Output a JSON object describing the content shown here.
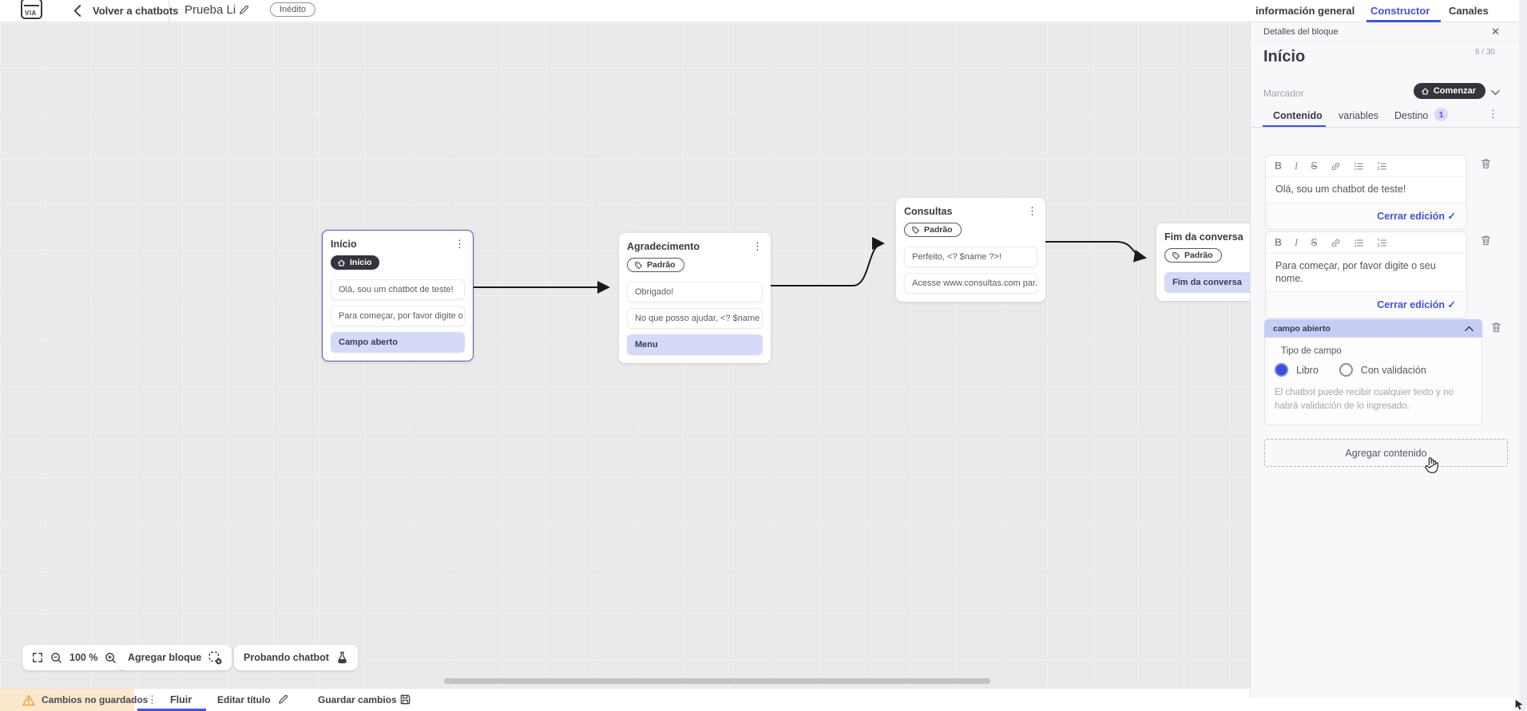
{
  "header": {
    "logo": "VIA",
    "back": "Volver a chatbots",
    "title": "Prueba Li",
    "status": "Inédito",
    "tabs": {
      "info": "información general",
      "constructor": "Constructor",
      "canales": "Canales"
    }
  },
  "canvas": {
    "zoom": "100 %",
    "add_block": "Agregar bloque",
    "testing": "Probando chatbot",
    "blocks": [
      {
        "title": "Início",
        "badge": "Início",
        "items": [
          {
            "text": "Olá, sou um chatbot de teste!"
          },
          {
            "text": "Para começar, por favor digite o ..."
          },
          {
            "text": "Campo aberto"
          }
        ]
      },
      {
        "title": "Agradecimento",
        "badge": "Padrão",
        "items": [
          {
            "text": "Obrigado!"
          },
          {
            "text": "No que posso ajudar, <? $name ..."
          },
          {
            "text": "Menu"
          }
        ]
      },
      {
        "title": "Consultas",
        "badge": "Padrão",
        "items": [
          {
            "text": "Perfeito, <? $name ?>!"
          },
          {
            "text": "Acesse www.consultas.com par..."
          }
        ]
      },
      {
        "title": "Fim da conversa",
        "badge": "Padrão",
        "items": [
          {
            "text": "Fim da conversa"
          }
        ]
      }
    ]
  },
  "panel": {
    "header": "Detalles del bloque",
    "block_name": "Início",
    "counter": "6 / 30",
    "marker_label": "Marcador",
    "marker_value": "Comenzar",
    "tabs": {
      "contenido": "Contenido",
      "variables": "variables",
      "destino": "Destino",
      "destino_badge": "1"
    },
    "toolbar": {
      "bold": "B",
      "italic": "I",
      "strike": "S"
    },
    "editors": [
      {
        "text": "Olá, sou um chatbot de teste!",
        "close": "Cerrar edición",
        "check": "✓"
      },
      {
        "text": "Para começar, por favor digite o seu nome.",
        "close": "Cerrar edición",
        "check": "✓"
      }
    ],
    "open_field": {
      "title": "campo abierto",
      "type_label": "Tipo de campo",
      "option_free": "Libro",
      "option_validated": "Con validación",
      "helper": "El chatbot puede recibir cualquier texto y no habrá validación de lo ingresado."
    },
    "add_content": "Agregar contenido",
    "close_x": "✕",
    "kebab": "⋮"
  },
  "footer": {
    "unsaved": "Cambios no guardados",
    "flow": "Fluir",
    "edit_title": "Editar título",
    "save": "Guardar cambios"
  },
  "colors": {
    "accent": "#4353d8",
    "dark_pill": "#33343c",
    "highlight_item": "#d4daf8",
    "open_field_header": "#c6cdf5",
    "warning_bg": "#fbe8cd",
    "canvas_bg": "#eaeaea",
    "panel_bg": "#f8f7fa"
  }
}
